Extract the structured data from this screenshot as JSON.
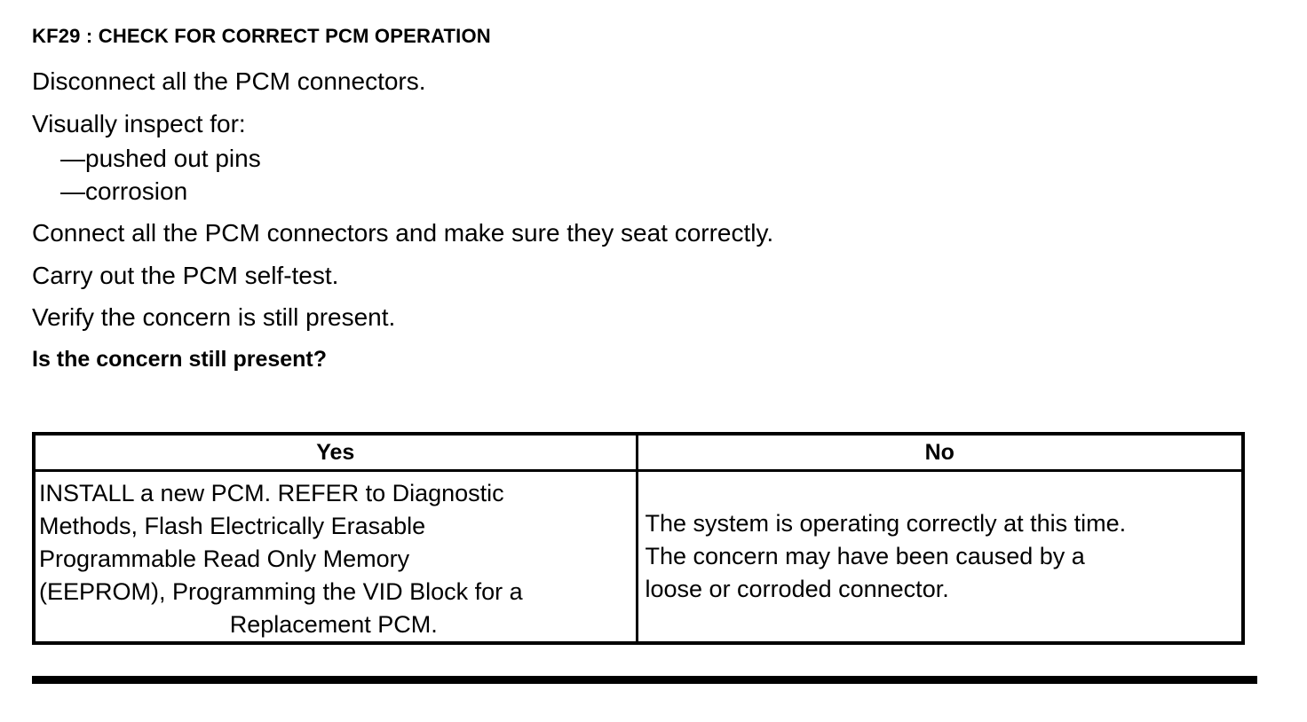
{
  "document": {
    "title": "KF29 : CHECK FOR CORRECT PCM OPERATION",
    "steps": [
      {
        "text": "Disconnect all the PCM connectors.",
        "style": "normal"
      },
      {
        "text": "Visually inspect for:",
        "style": "normal"
      },
      {
        "text": "—pushed out pins",
        "style": "sub"
      },
      {
        "text": "—corrosion",
        "style": "sub"
      },
      {
        "text": "Connect all the PCM connectors and make sure they seat correctly.",
        "style": "normal"
      },
      {
        "text": "Carry out the PCM self-test.",
        "style": "normal"
      },
      {
        "text": "Verify the concern is still present.",
        "style": "normal"
      },
      {
        "text": "Is the concern still present?",
        "style": "bold"
      }
    ],
    "decision_table": {
      "headers": [
        "Yes",
        "No"
      ],
      "rows": [
        {
          "yes": {
            "lines": [
              "INSTALL a new PCM. REFER to Diagnostic",
              "Methods, Flash Electrically Erasable",
              "Programmable Read Only Memory",
              "(EEPROM), Programming the VID Block for a"
            ],
            "last_line": "Replacement PCM."
          },
          "no": {
            "lines": [
              "The system is operating correctly at this time.",
              "The concern may have been caused by a",
              "loose or corroded connector."
            ]
          }
        }
      ]
    }
  }
}
